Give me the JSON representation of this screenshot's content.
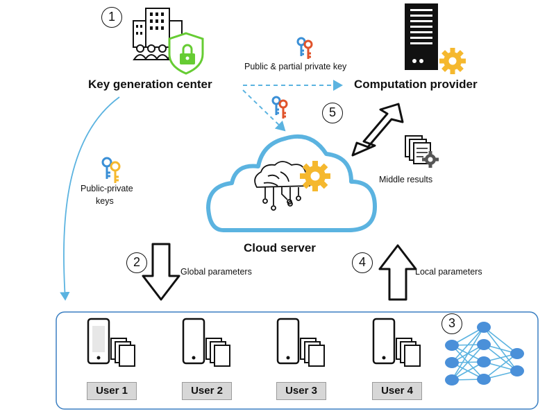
{
  "colors": {
    "accent": "#5bb3e0",
    "gear": "#f5b82e",
    "shield": "#66cc33",
    "key_red": "#e0532b",
    "key_blue": "#3a8fd6"
  },
  "steps": {
    "s1": "1",
    "s2": "2",
    "s3": "3",
    "s4": "4",
    "s5": "5"
  },
  "nodes": {
    "kgc": {
      "label": "Key generation center"
    },
    "cp": {
      "label": "Computation provider"
    },
    "cloud": {
      "label": "Cloud server"
    },
    "middle": {
      "label": "Middle results"
    }
  },
  "edges": {
    "public_partial": "Public & partial private key",
    "public_private_1": "Public-private",
    "public_private_2": "keys",
    "global": "Global parameters",
    "local": "Local parameters"
  },
  "users": [
    "User 1",
    "User 2",
    "User 3",
    "User 4"
  ],
  "icons": [
    "building-icon",
    "shield-lock-icon",
    "server-icon",
    "gear-icon",
    "key-icon",
    "brain-circuit-icon",
    "phone-icon",
    "documents-icon",
    "neural-network-icon"
  ]
}
